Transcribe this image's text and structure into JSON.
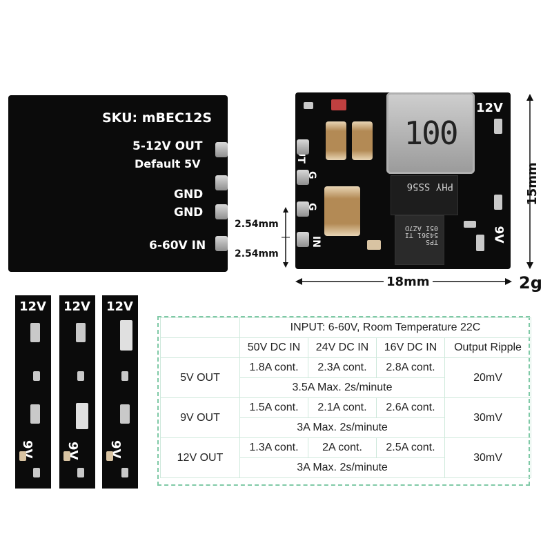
{
  "back_board": {
    "sku": "SKU: mBEC12S",
    "out_label": "5-12V OUT",
    "default_label": "Default 5V",
    "gnd1": "GND",
    "gnd2": "GND",
    "in_label": "6-60V IN"
  },
  "pitch_labels": [
    "2.54mm",
    "2.54mm"
  ],
  "front_board": {
    "inductor_text": "100",
    "voltage_top": "12V",
    "voltage_side": "9V",
    "pin_labels": [
      "OUT",
      "G",
      "G",
      "IN"
    ],
    "chip_top": "PHY SS56",
    "chip_main": "TPS 54361 TI 05I AZ7D"
  },
  "dimensions": {
    "height": "15mm",
    "width": "18mm",
    "weight": "2g"
  },
  "strips": [
    {
      "top": "12V",
      "bottom": "9V"
    },
    {
      "top": "12V",
      "bottom": "9V"
    },
    {
      "top": "12V",
      "bottom": "9V"
    }
  ],
  "table": {
    "header": "INPUT: 6-60V,  Room Temperature 22C",
    "columns": [
      "50V DC IN",
      "24V DC IN",
      "16V DC IN",
      "Output Ripple"
    ],
    "rows": [
      {
        "label": "5V OUT",
        "cont": [
          "1.8A cont.",
          "2.3A cont.",
          "2.8A cont."
        ],
        "ripple": "20mV",
        "max": "3.5A Max.  2s/minute"
      },
      {
        "label": "9V OUT",
        "cont": [
          "1.5A cont.",
          "2.1A cont.",
          "2.6A cont."
        ],
        "ripple": "30mV",
        "max": "3A Max.  2s/minute"
      },
      {
        "label": "12V OUT",
        "cont": [
          "1.3A cont.",
          "2A cont.",
          "2.5A cont."
        ],
        "ripple": "30mV",
        "max": "3A Max.  2s/minute"
      }
    ]
  },
  "colors": {
    "pcb": "#0b0b0b",
    "table_border": "#7fc9a6",
    "pad": "#bfbfbf"
  }
}
